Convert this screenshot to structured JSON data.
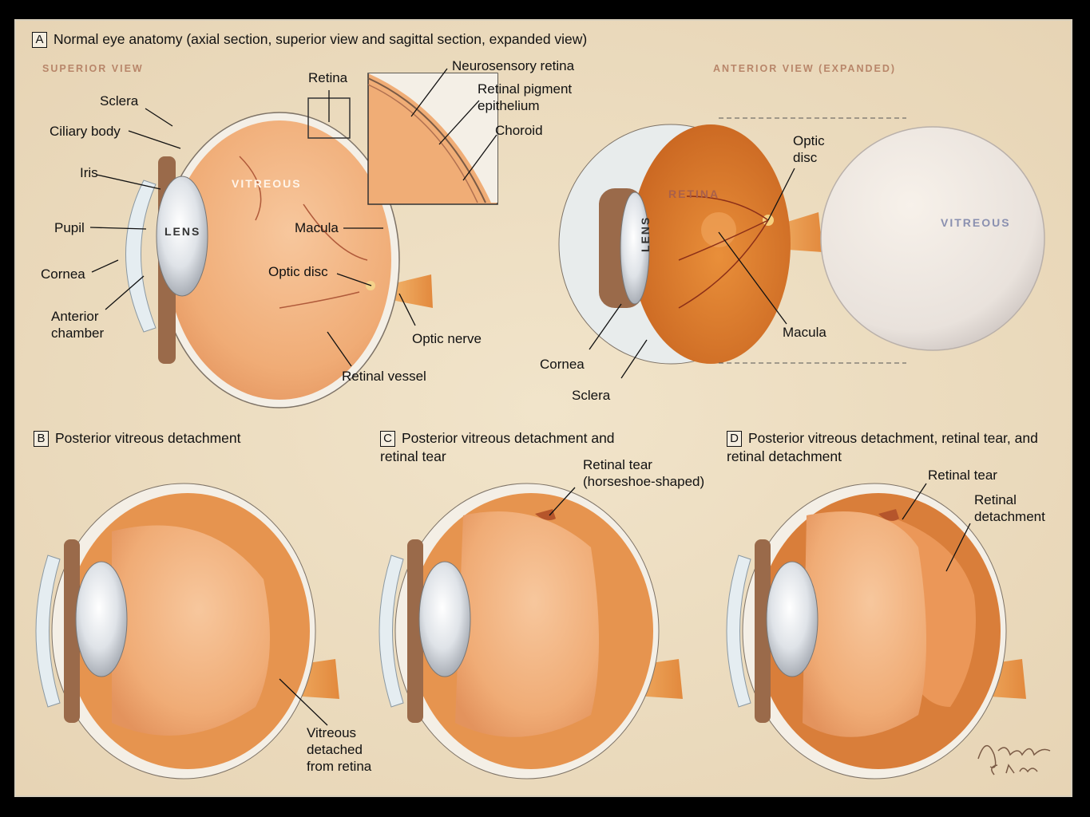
{
  "panels": {
    "a": {
      "letter": "A",
      "title": "Normal eye anatomy (axial section, superior view and sagittal section, expanded view)",
      "superior_view_heading": "SUPERIOR VIEW",
      "anterior_view_heading": "ANTERIOR VIEW (EXPANDED)",
      "labels": {
        "sclera": "Sclera",
        "ciliary_body": "Ciliary body",
        "iris": "Iris",
        "pupil": "Pupil",
        "cornea": "Cornea",
        "anterior_chamber": "Anterior chamber",
        "retina": "Retina",
        "vitreous": "VITREOUS",
        "lens": "LENS",
        "macula": "Macula",
        "optic_disc": "Optic disc",
        "optic_nerve": "Optic nerve",
        "retinal_vessel": "Retinal vessel",
        "neurosensory_retina": "Neurosensory retina",
        "retinal_pigment_epithelium": "Retinal pigment epithelium",
        "choroid": "Choroid"
      },
      "anterior_labels": {
        "retina": "RETINA",
        "lens": "LENS",
        "vitreous": "VITREOUS",
        "optic_disc": "Optic disc",
        "macula": "Macula",
        "cornea": "Cornea",
        "sclera": "Sclera"
      }
    },
    "b": {
      "letter": "B",
      "title": "Posterior vitreous detachment",
      "labels": {
        "vitreous_detached": "Vitreous detached from retina"
      }
    },
    "c": {
      "letter": "C",
      "title": "Posterior vitreous detachment and retinal tear",
      "labels": {
        "retinal_tear": "Retinal tear (horseshoe-shaped)"
      }
    },
    "d": {
      "letter": "D",
      "title": "Posterior vitreous detachment, retinal tear, and retinal detachment",
      "labels": {
        "retinal_tear": "Retinal tear",
        "retinal_detachment": "Retinal detachment"
      }
    }
  },
  "signature": "Burke C. Lynn",
  "colors": {
    "background": "#ecdcc0",
    "eye_orange": "#f0b07c",
    "sclera": "#f3efe6",
    "optic_nerve": "#e9a05a",
    "vessel": "#b05a3a",
    "lens": "#d9dde2"
  }
}
